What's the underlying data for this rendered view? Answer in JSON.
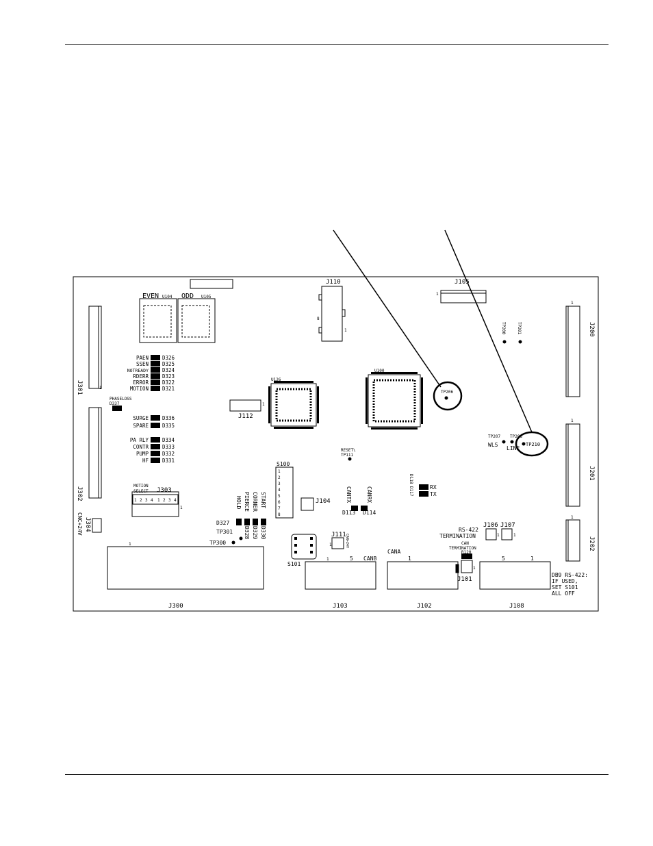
{
  "board": {
    "connectors": {
      "J110": "J110",
      "J105": "J105",
      "J200": "J200",
      "J201": "J201",
      "J202": "J202",
      "J301": "J301",
      "J302": "J302",
      "J304": "J304",
      "J304_sub": "CNC+24V",
      "J112": "J112",
      "J104": "J104",
      "J111": "J111",
      "J111_sub": "CAN+24V",
      "J300": "J300",
      "J303": "J303",
      "J103": "J103",
      "J102": "J102",
      "J108": "J108",
      "J106": "J106",
      "J107": "J107",
      "J101": "J101"
    },
    "chips": {
      "even": "EVEN",
      "u104": "U104",
      "odd": "ODD",
      "u105": "U105",
      "u126": "U126",
      "u100": "U100"
    },
    "leds_left": [
      {
        "label": "PAEN",
        "ref": "D326"
      },
      {
        "label": "SSEN",
        "ref": "D325"
      },
      {
        "label": "NOTREADY",
        "ref": "D324"
      },
      {
        "label": "RDERR",
        "ref": "D323"
      },
      {
        "label": "ERROR",
        "ref": "D322"
      },
      {
        "label": "MOTION",
        "ref": "D321"
      }
    ],
    "phaseloss": {
      "label": "PHASELOSS",
      "ref": "D337"
    },
    "leds_mid": [
      {
        "label": "SURGE",
        "ref": "D336"
      },
      {
        "label": "SPARE",
        "ref": "D335"
      }
    ],
    "leds_lower": [
      {
        "label": "PA RLY",
        "ref": "D334"
      },
      {
        "label": "CONTR",
        "ref": "D333"
      },
      {
        "label": "PUMP",
        "ref": "D332"
      },
      {
        "label": "HF",
        "ref": "D331"
      }
    ],
    "motion_select": {
      "line1": "MOTION",
      "line2": "SELECT",
      "pins": [
        "1",
        "2",
        "3",
        "4",
        "1",
        "2",
        "3",
        "4"
      ],
      "pin_one": "1"
    },
    "vertical_leds": [
      {
        "label": "START",
        "ref": "D330"
      },
      {
        "label": "CORNER",
        "ref": "D329"
      },
      {
        "label": "PIERCE",
        "ref": "D328"
      },
      {
        "label": "HOLD",
        "ref": "D327"
      }
    ],
    "test_points": {
      "tp300": "TP300",
      "tp301": "TP301",
      "tp206": "TP206",
      "tp207": "TP207",
      "tp208": "TP208",
      "tp210": "TP210",
      "tp200": "TP200",
      "tp201": "TP201",
      "tp111": "TP111",
      "reset": "RESET\\"
    },
    "switch": {
      "s100": "S100",
      "positions": [
        "1",
        "2",
        "3",
        "4",
        "5",
        "6",
        "7",
        "8"
      ],
      "s101": "S101"
    },
    "can_leds": {
      "cantx": "CANTX",
      "canrx": "CANRX",
      "d113": "D113",
      "d114": "D114"
    },
    "serial_leds": {
      "rx": "RX",
      "tx": "TX",
      "d118_d117": "D118 D117"
    },
    "signal_labels": {
      "wls": "WLS",
      "line": "LINE"
    },
    "terminations": {
      "rs422": "RS-422",
      "termination": "TERMINATION",
      "can": "CAN",
      "can_termination": "TERMINATION",
      "r120": "R120"
    },
    "connector_labels": {
      "canb": "CANB",
      "cana": "CANA"
    },
    "note": [
      "DB9 RS-422:",
      "IF USED,",
      "SET S101",
      "ALL OFF"
    ],
    "pin_numbers": {
      "one": "1",
      "five": "5",
      "eight": "8"
    }
  }
}
